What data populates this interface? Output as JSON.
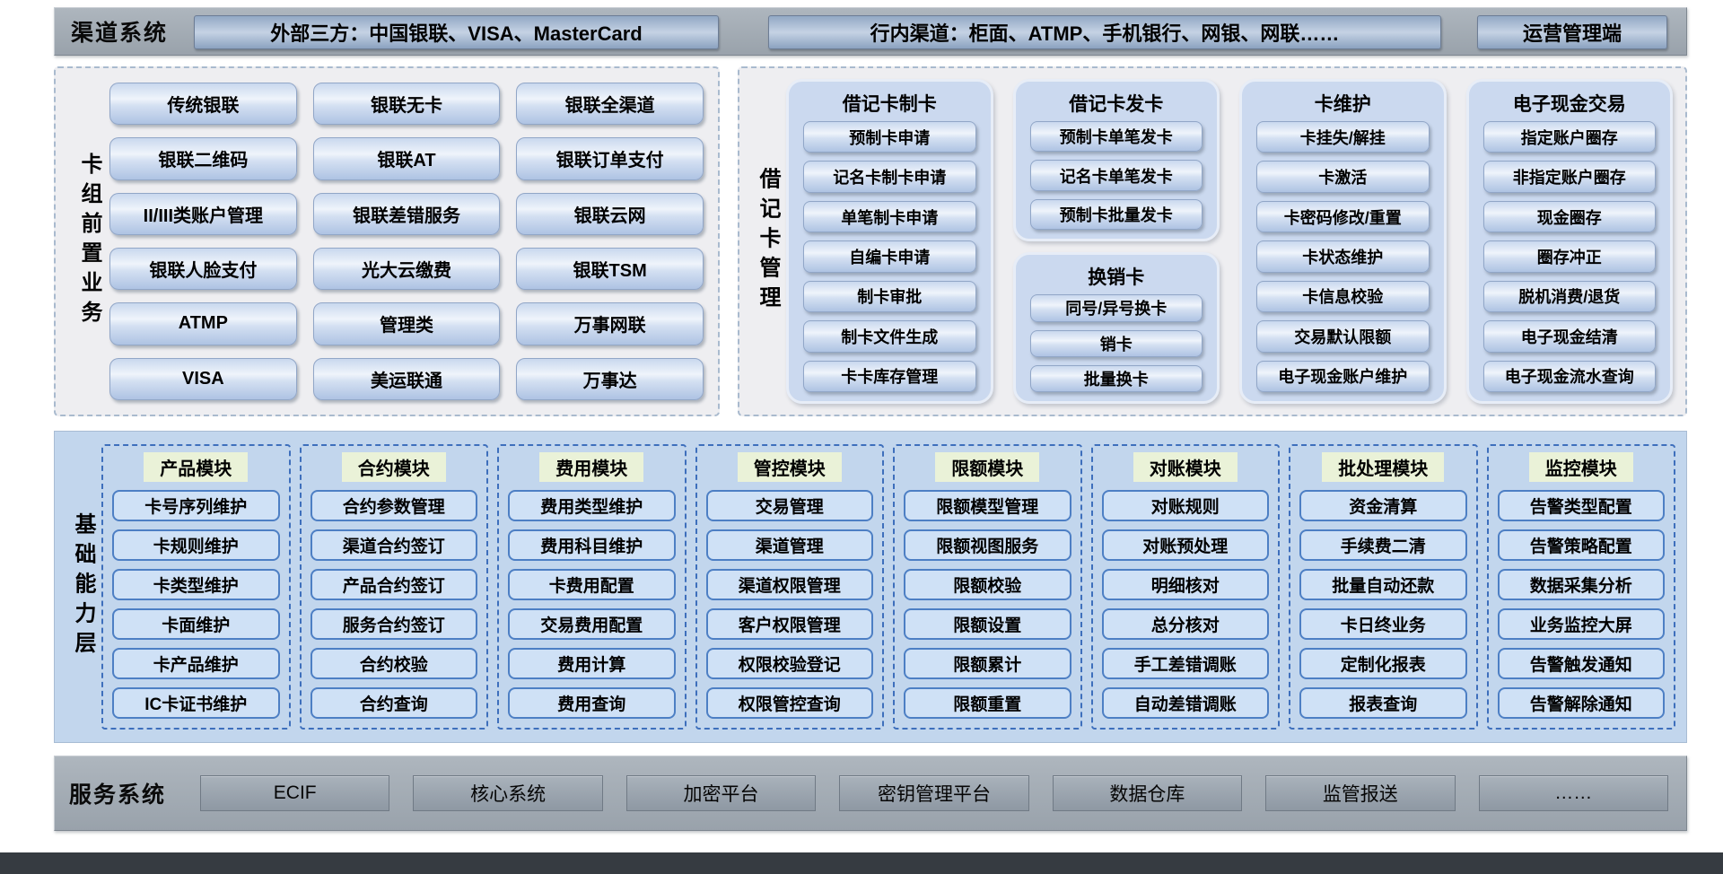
{
  "channel_system": {
    "label": "渠道系统",
    "buttons": [
      "外部三方：中国银联、VISA、MasterCard",
      "行内渠道：柜面、ATMP、手机银行、网银、网联……",
      "运营管理端"
    ]
  },
  "card_front": {
    "label": "卡组前置业务",
    "buttons": [
      [
        "传统银联",
        "银联无卡",
        "银联全渠道"
      ],
      [
        "银联二维码",
        "银联AT",
        "银联订单支付"
      ],
      [
        "II/III类账户管理",
        "银联差错服务",
        "银联云网"
      ],
      [
        "银联人脸支付",
        "光大云缴费",
        "银联TSM"
      ],
      [
        "ATMP",
        "管理类",
        "万事网联"
      ],
      [
        "VISA",
        "美运联通",
        "万事达"
      ]
    ]
  },
  "debit_card": {
    "label": "借记卡管理",
    "groups": [
      {
        "title": "借记卡制卡",
        "items": [
          "预制卡申请",
          "记名卡制卡申请",
          "单笔制卡申请",
          "自编卡申请",
          "制卡审批",
          "制卡文件生成",
          "卡卡库存管理"
        ]
      },
      {
        "title": "借记卡发卡",
        "items": [
          "预制卡单笔发卡",
          "记名卡单笔发卡",
          "预制卡批量发卡"
        ]
      },
      {
        "title": "换销卡",
        "items": [
          "同号/异号换卡",
          "销卡",
          "批量换卡"
        ]
      },
      {
        "title": "卡维护",
        "items": [
          "卡挂失/解挂",
          "卡激活",
          "卡密码修改/重置",
          "卡状态维护",
          "卡信息校验",
          "交易默认限额",
          "电子现金账户维护"
        ]
      },
      {
        "title": "电子现金交易",
        "items": [
          "指定账户圈存",
          "非指定账户圈存",
          "现金圈存",
          "圈存冲正",
          "脱机消费/退货",
          "电子现金结清",
          "电子现金流水查询"
        ]
      }
    ]
  },
  "capability_layer": {
    "label": "基础能力层",
    "modules": [
      {
        "title": "产品模块",
        "items": [
          "卡号序列维护",
          "卡规则维护",
          "卡类型维护",
          "卡面维护",
          "卡产品维护",
          "IC卡证书维护"
        ]
      },
      {
        "title": "合约模块",
        "items": [
          "合约参数管理",
          "渠道合约签订",
          "产品合约签订",
          "服务合约签订",
          "合约校验",
          "合约查询"
        ]
      },
      {
        "title": "费用模块",
        "items": [
          "费用类型维护",
          "费用科目维护",
          "卡费用配置",
          "交易费用配置",
          "费用计算",
          "费用查询"
        ]
      },
      {
        "title": "管控模块",
        "items": [
          "交易管理",
          "渠道管理",
          "渠道权限管理",
          "客户权限管理",
          "权限校验登记",
          "权限管控查询"
        ]
      },
      {
        "title": "限额模块",
        "items": [
          "限额模型管理",
          "限额视图服务",
          "限额校验",
          "限额设置",
          "限额累计",
          "限额重置"
        ]
      },
      {
        "title": "对账模块",
        "items": [
          "对账规则",
          "对账预处理",
          "明细核对",
          "总分核对",
          "手工差错调账",
          "自动差错调账"
        ]
      },
      {
        "title": "批处理模块",
        "items": [
          "资金清算",
          "手续费二清",
          "批量自动还款",
          "卡日终业务",
          "定制化报表",
          "报表查询"
        ]
      },
      {
        "title": "监控模块",
        "items": [
          "告警类型配置",
          "告警策略配置",
          "数据采集分析",
          "业务监控大屏",
          "告警触发通知",
          "告警解除通知"
        ]
      }
    ]
  },
  "service_system": {
    "label": "服务系统",
    "buttons": [
      "ECIF",
      "核心系统",
      "加密平台",
      "密钥管理平台",
      "数据仓库",
      "监管报送",
      "……"
    ]
  },
  "colors": {
    "bar_gray": "#a0a9b2",
    "panel_gray": "#eeeef1",
    "layer_blue": "#c2d6ed",
    "glossy_button_blue": "#c9d8ee",
    "flat_button_fill": "#cfe1f6",
    "flat_button_border": "#4d7fc4",
    "group_box_fill": "#cbd9ef",
    "module_title_bg": "#eaf2d8",
    "bottom_strip": "#363b41"
  }
}
